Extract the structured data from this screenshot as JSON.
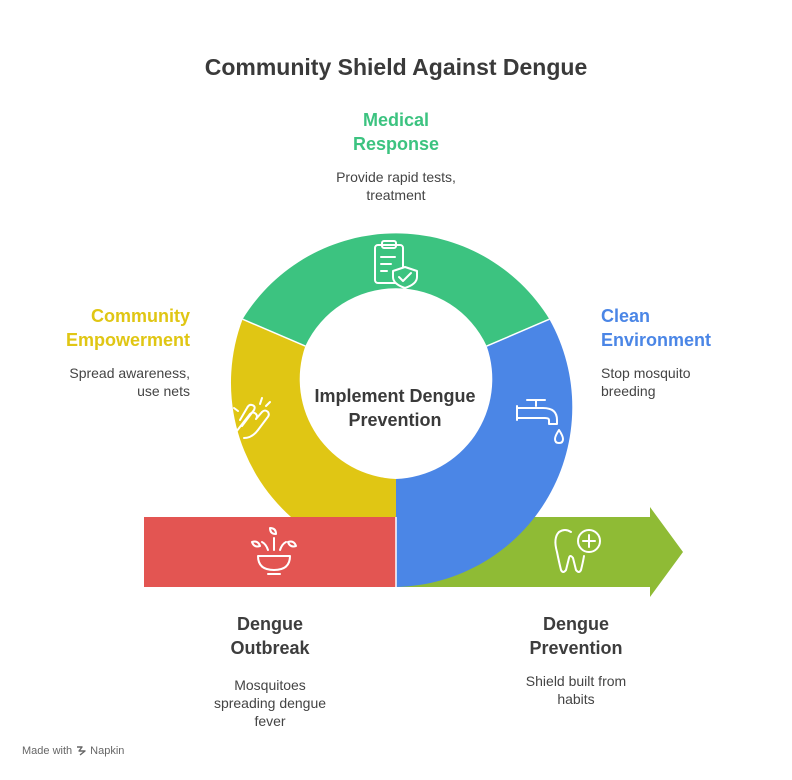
{
  "title": "Community Shield Against Dengue",
  "center": {
    "line1": "Implement Dengue",
    "line2": "Prevention"
  },
  "stages": {
    "medical": {
      "title_line1": "Medical",
      "title_line2": "Response",
      "desc_line1": "Provide rapid tests,",
      "desc_line2": "treatment",
      "color": "#3cc380",
      "icon": "clipboard-shield-icon"
    },
    "clean": {
      "title_line1": "Clean",
      "title_line2": "Environment",
      "desc_line1": "Stop mosquito",
      "desc_line2": "breeding",
      "color": "#4b86e6",
      "icon": "faucet-drip-icon"
    },
    "community": {
      "title_line1": "Community",
      "title_line2": "Empowerment",
      "desc_line1": "Spread awareness,",
      "desc_line2": "use nets",
      "color": "#e0c614",
      "icon": "clapping-hands-icon"
    },
    "outbreak": {
      "title_line1": "Dengue",
      "title_line2": "Outbreak",
      "desc_line1": "Mosquitoes",
      "desc_line2": "spreading dengue",
      "desc_line3": "fever",
      "color": "#e35552",
      "icon": "splashing-bowl-icon"
    },
    "prevention": {
      "title_line1": "Dengue",
      "title_line2": "Prevention",
      "desc_line1": "Shield built from",
      "desc_line2": "habits",
      "color": "#8fbb35",
      "icon": "tooth-plus-icon"
    }
  },
  "footer": {
    "prefix": "Made with",
    "brand": "Napkin"
  }
}
